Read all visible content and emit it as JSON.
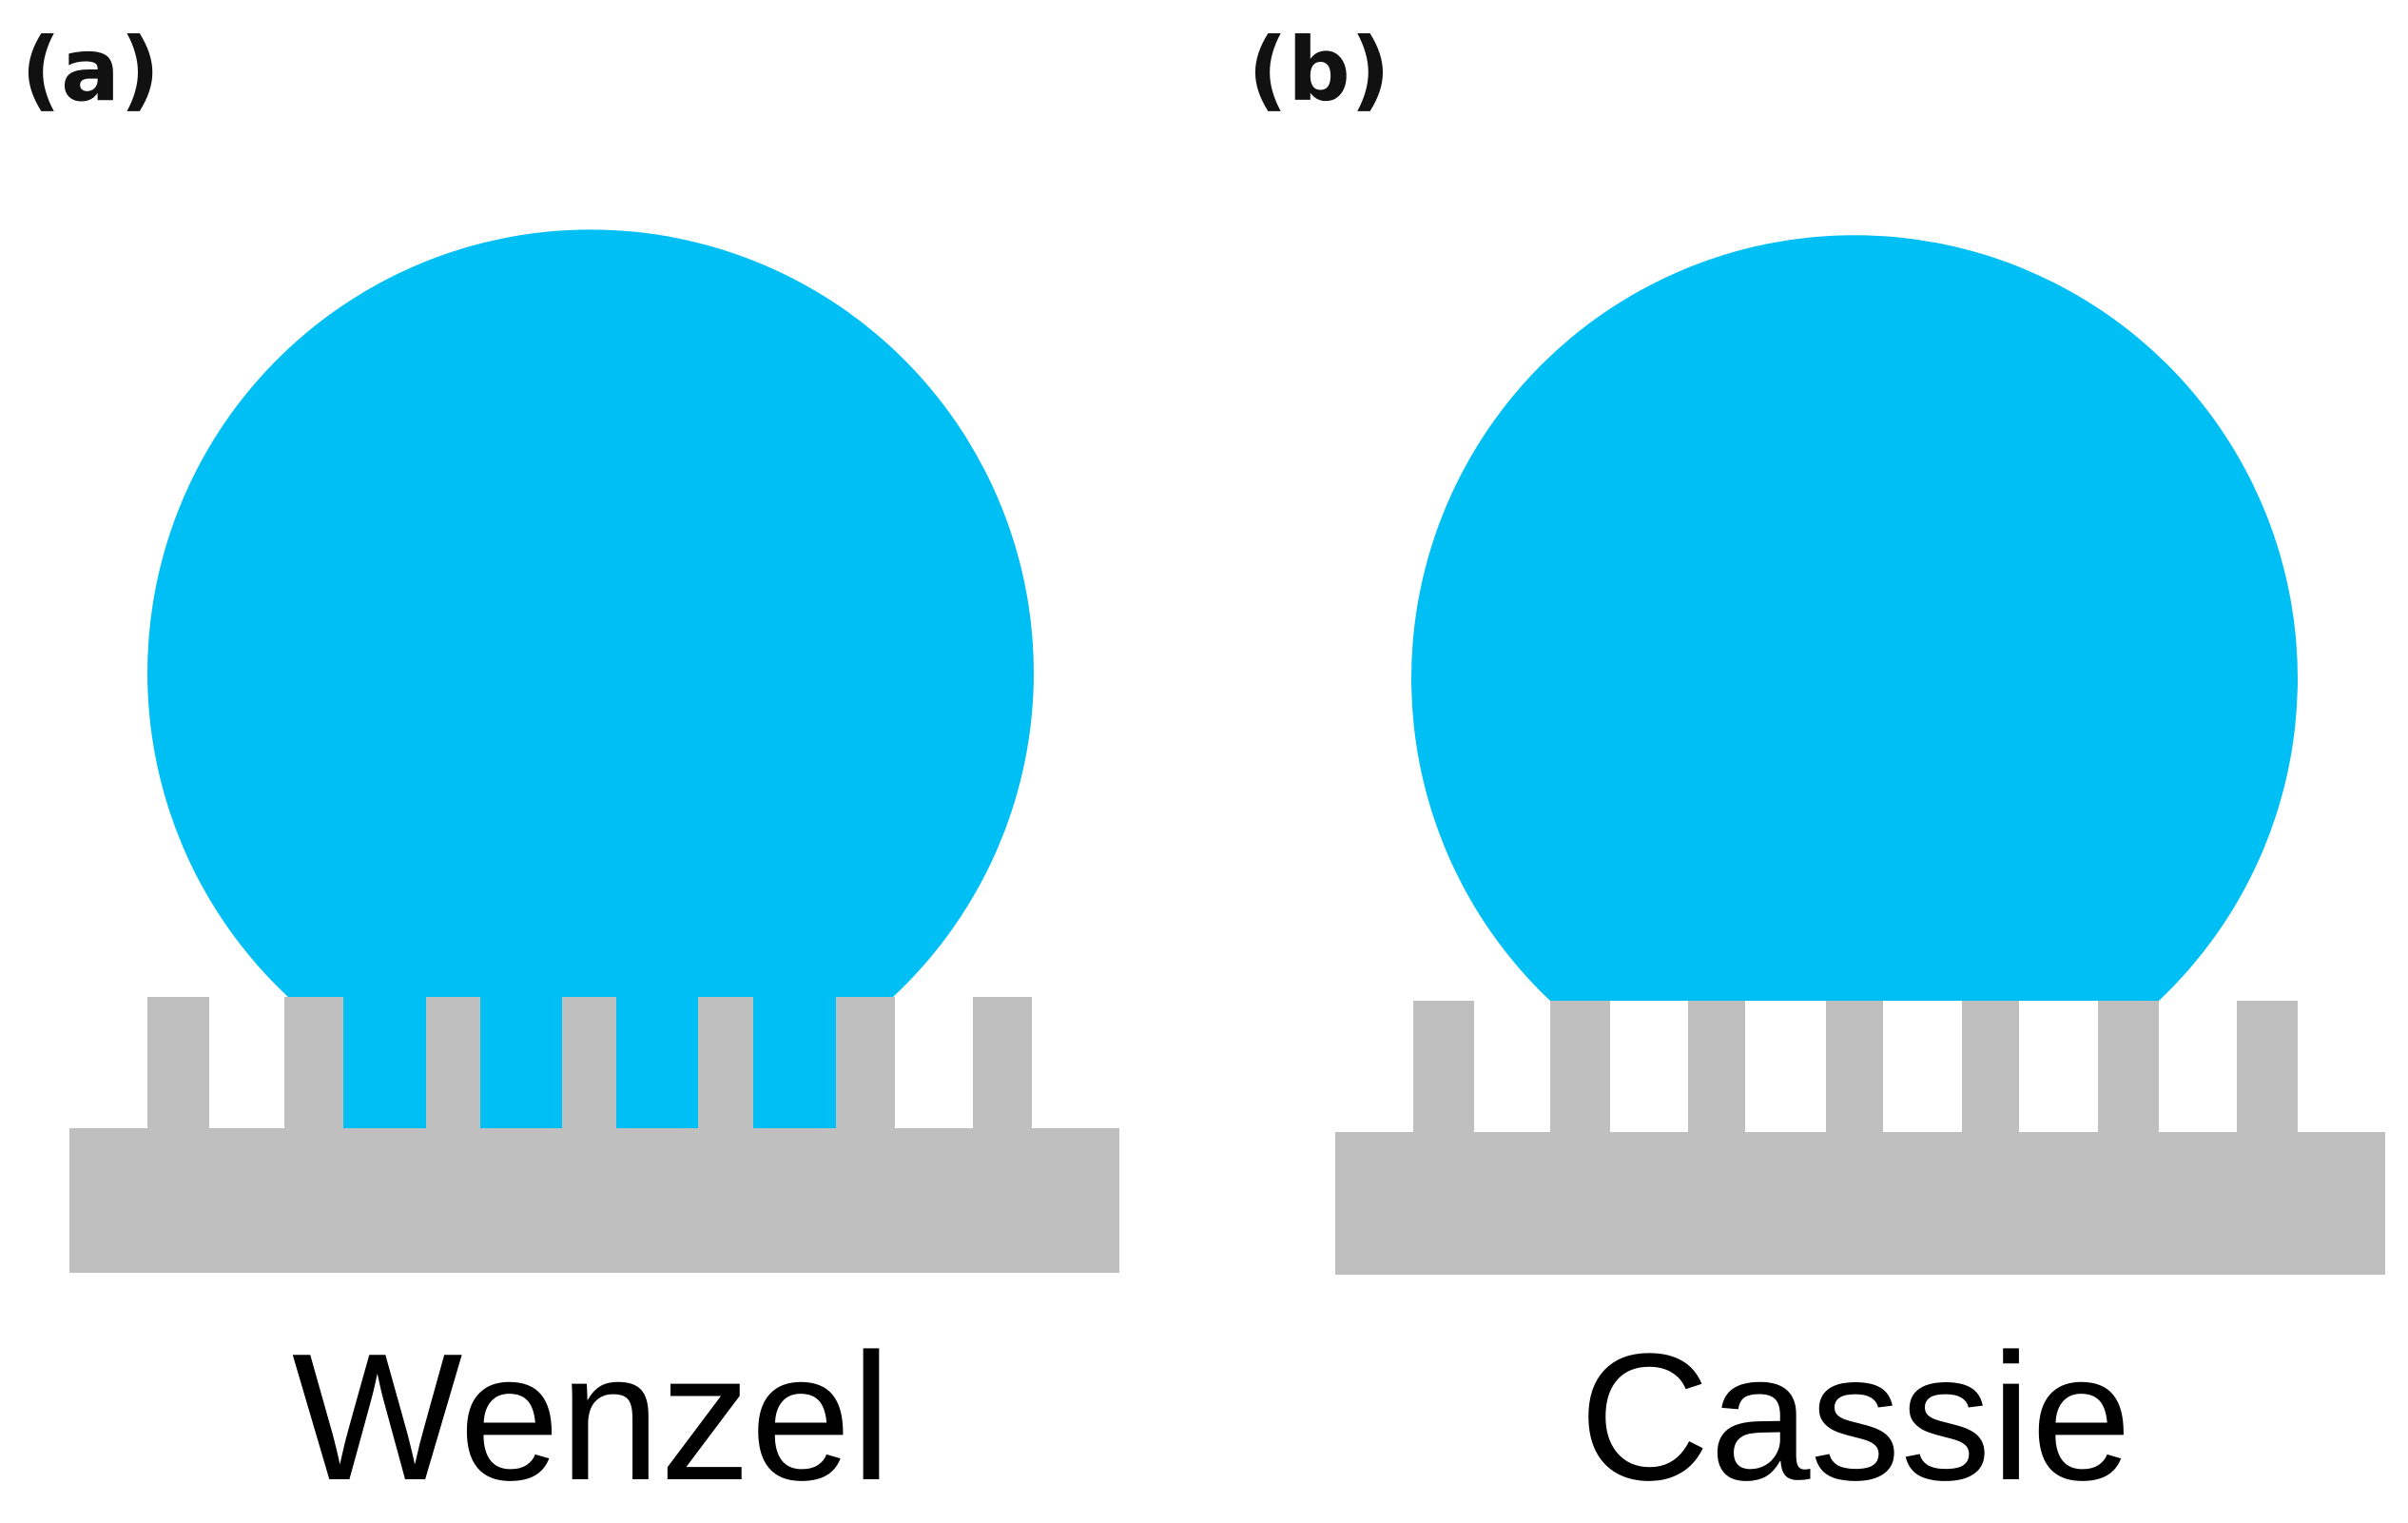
{
  "panels": [
    {
      "letter": "(a)",
      "label": "Wenzel",
      "droplet_penetrates_grooves": true
    },
    {
      "letter": "(b)",
      "label": "Cassie",
      "droplet_penetrates_grooves": false
    }
  ],
  "colors": {
    "water": "#00BFF5",
    "substrate": "#BFBFBF",
    "text": "#000000"
  }
}
